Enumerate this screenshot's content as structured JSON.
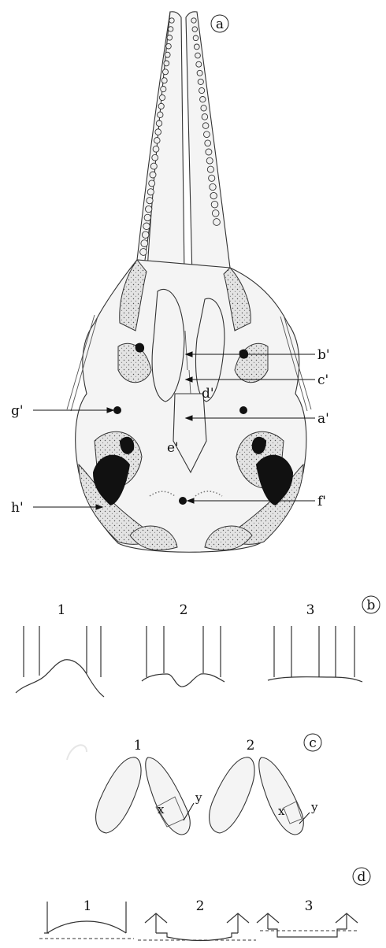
{
  "panels": {
    "a": {
      "badge": "a",
      "labels": {
        "b": "b'",
        "c": "c'",
        "d": "d'",
        "a": "a'",
        "e": "e'",
        "g": "g'",
        "h": "h'",
        "f": "f'"
      }
    },
    "b": {
      "badge": "b",
      "items": [
        "1",
        "2",
        "3"
      ]
    },
    "c": {
      "badge": "c",
      "items": [
        "1",
        "2"
      ],
      "x": "x",
      "y": "y"
    },
    "d": {
      "badge": "d",
      "items": [
        "1",
        "2",
        "3"
      ]
    }
  },
  "colors": {
    "ink": "#333333",
    "stipple": "#d9d9d9",
    "black": "#111111"
  }
}
